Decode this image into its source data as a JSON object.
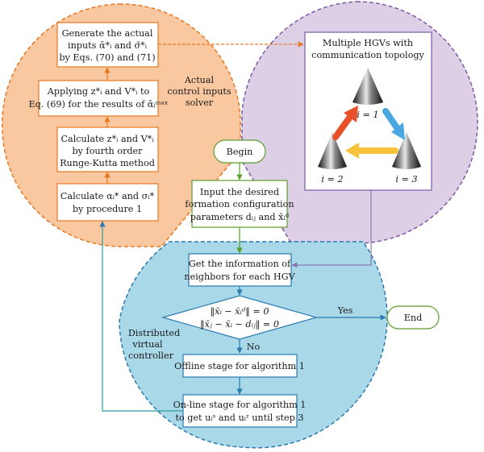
{
  "colors": {
    "orange_fill": "#f9c8a0",
    "orange_stroke": "#e87722",
    "purple_fill": "#ddd0e6",
    "purple_stroke": "#7b5aa6",
    "blue_fill": "#a9d8e8",
    "blue_stroke": "#2a7ab0",
    "green_stroke": "#5a9e2f",
    "purple_line": "#8a78b0",
    "teal_line": "#2a9d9d"
  },
  "solver": {
    "label_line1": "Actual",
    "label_line2": "control inputs",
    "label_line3": "solver",
    "box_generate": [
      "Generate the actual",
      "inputs ᾱ*ᵢ and σ̄*ᵢ",
      "by Eqs. (70) and (71)"
    ],
    "box_applying": [
      "Applying z*ᵢ and V*ᵢ to",
      "Eq. (69) for the results of ᾱᵢᵐᵃˣ"
    ],
    "box_calculate_zv": [
      "Calculate z*ᵢ and V*ᵢ",
      "by fourth order",
      "Runge-Kutta method"
    ],
    "box_calculate_alpha": [
      "Calculate αᵢ* and σᵢ*",
      "by procedure 1"
    ]
  },
  "hgv": {
    "title_line1": "Multiple HGVs with",
    "title_line2": "communication topology",
    "node1_label": "i = 1",
    "node2_label": "i = 2",
    "node3_label": "i = 3"
  },
  "flow": {
    "begin": "Begin",
    "input_box": [
      "Input the desired",
      "formation configuration",
      "parameters dᵢⱼ and x̄ᵢᵈ"
    ],
    "get_info_box": [
      "Get the information of",
      "neighbors for each HGV"
    ],
    "decision_line1": "‖x̄ᵢ − x̄ᵢᵈ‖ = 0",
    "decision_line2": "‖x̄ⱼ − x̄ᵢ − dᵢⱼ‖ = 0",
    "yes_label": "Yes",
    "no_label": "No",
    "end": "End",
    "offline_box": "Offline stage for algorithm 1",
    "online_box": [
      "On-line stage for algorithm 1",
      "to get uᵢˢ and uᵢᶻ until step 3"
    ]
  },
  "controller": {
    "label_line1": "Distributed",
    "label_line2": "virtual",
    "label_line3": "controller"
  }
}
